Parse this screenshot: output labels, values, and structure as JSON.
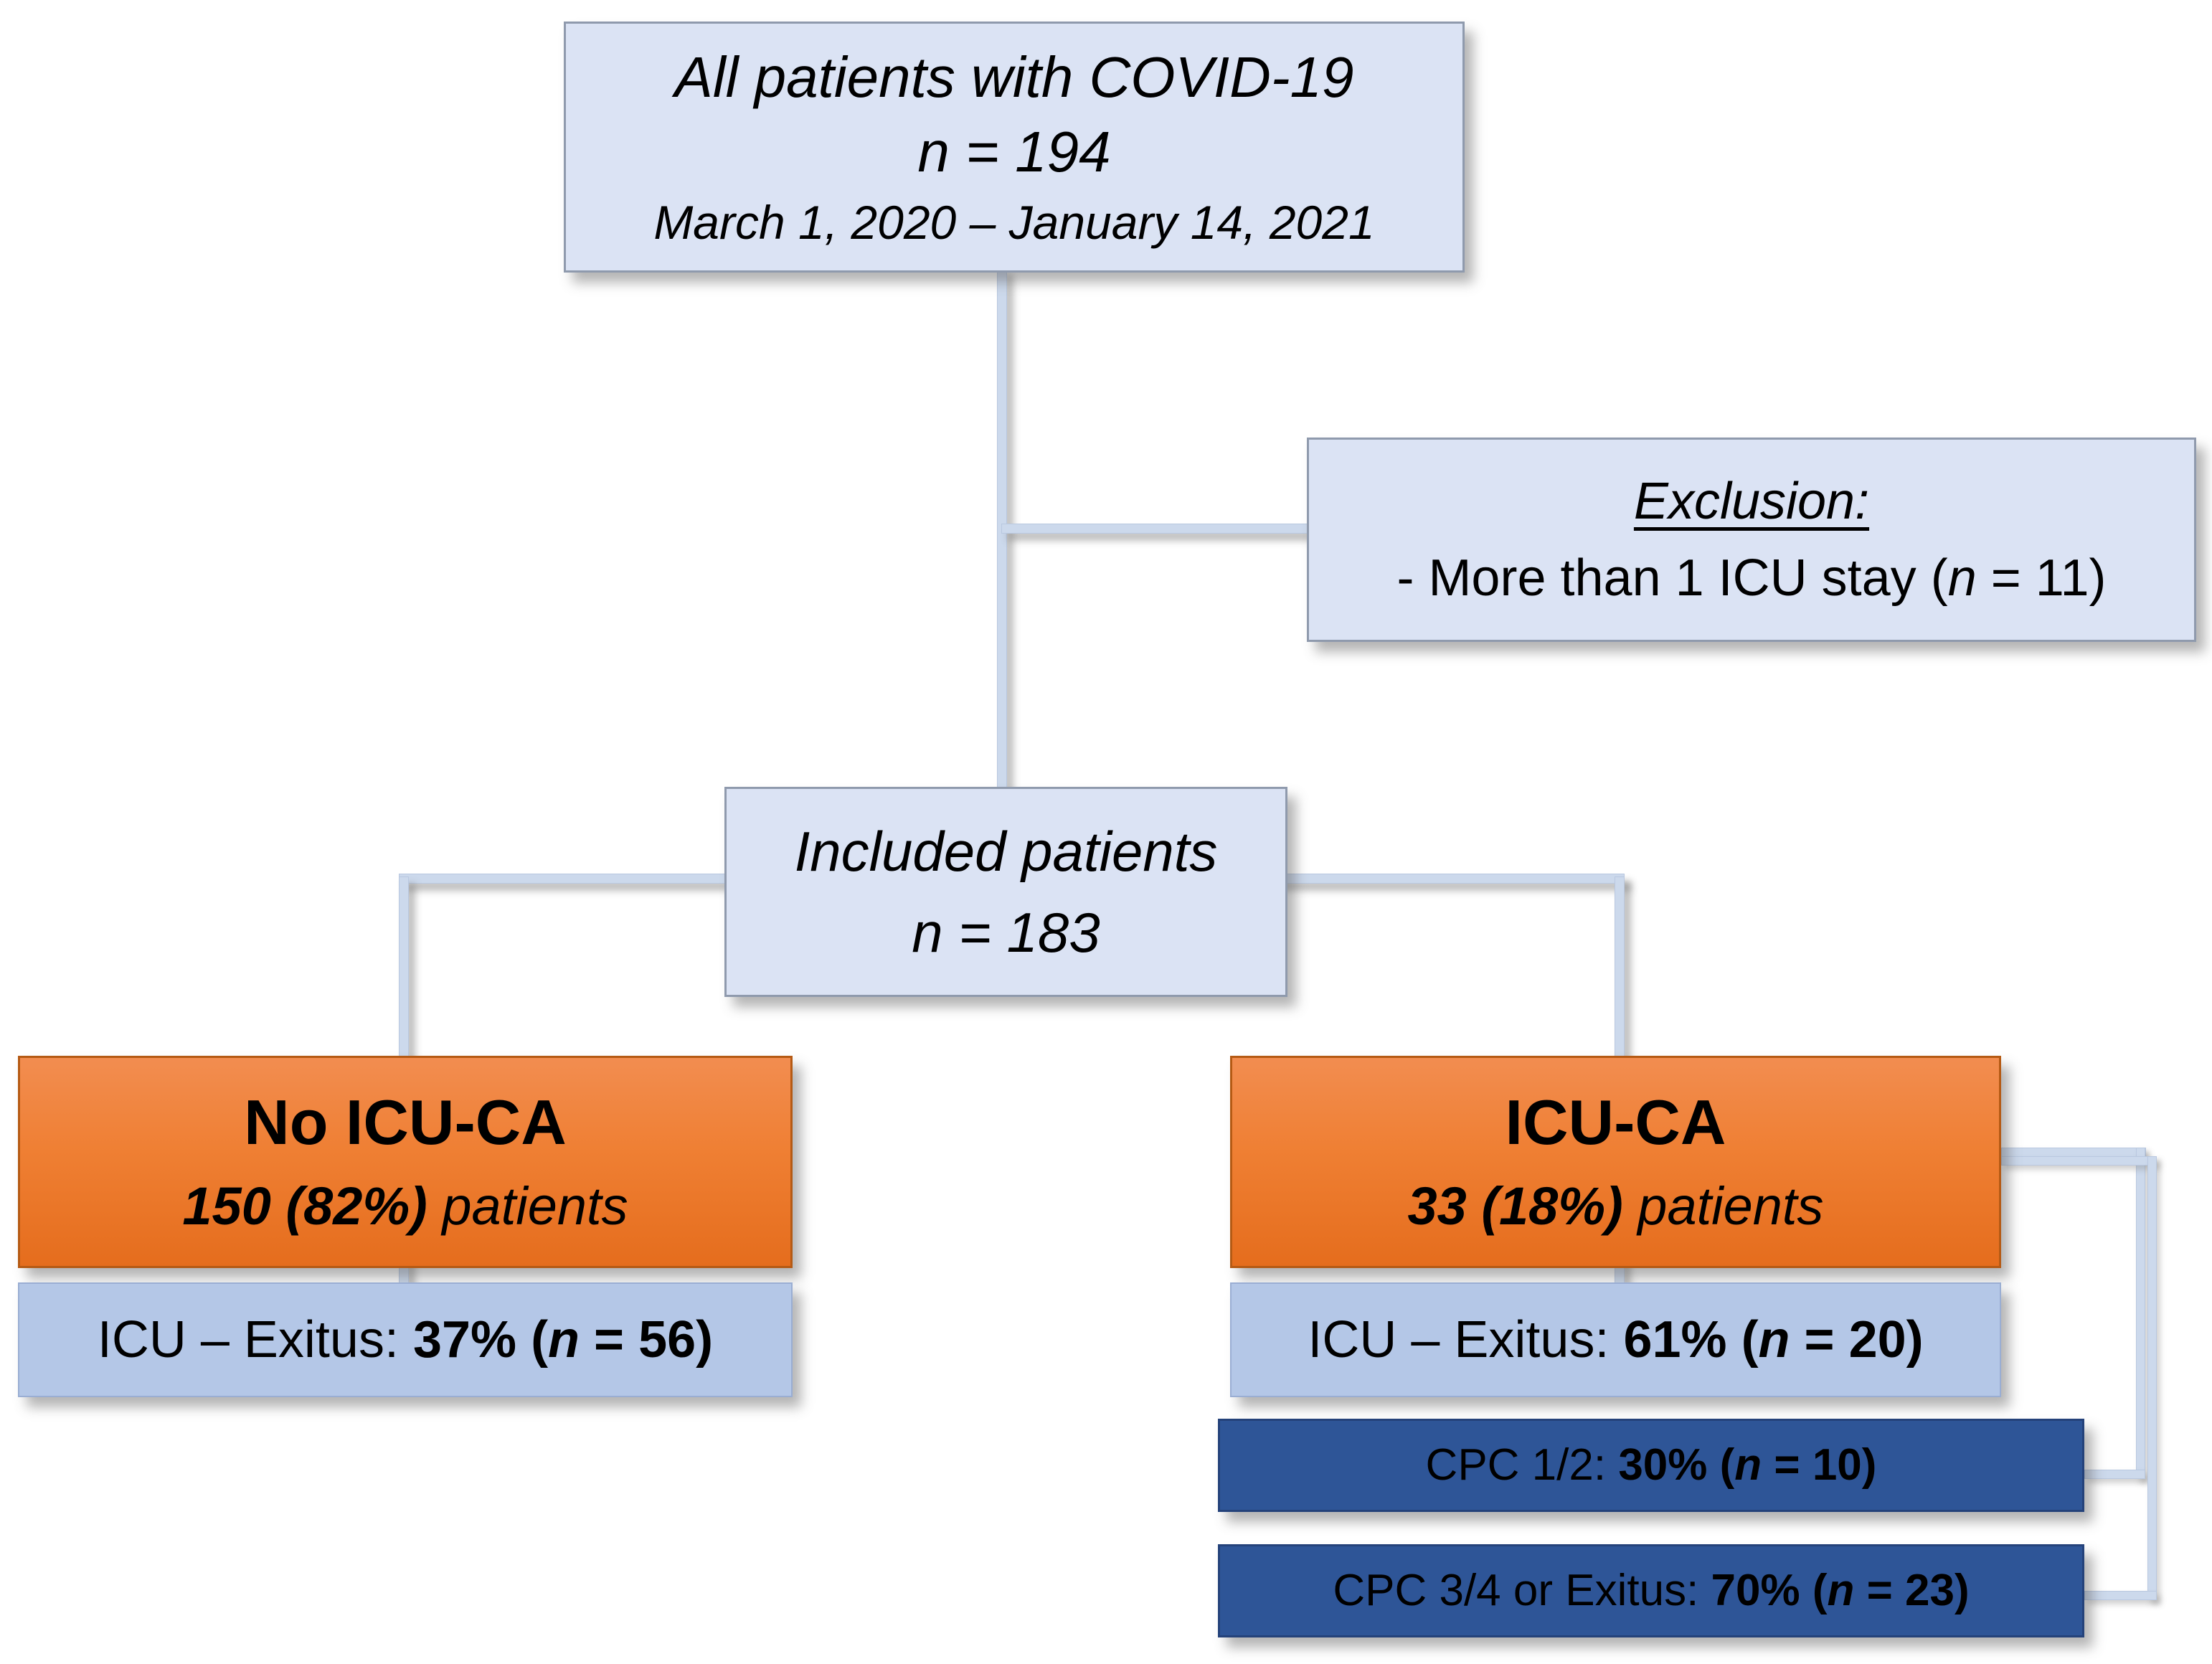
{
  "colors": {
    "box_light_blue": "#dbe3f4",
    "box_medium_blue": "#b4c7e7",
    "box_dark_blue": "#2e5597",
    "box_orange_top": "#f28d50",
    "box_orange_bottom": "#e56d1d",
    "connector_line": "#ccd9ec",
    "text": "#000000"
  },
  "boxes": {
    "all_patients": {
      "line1": "All patients with COVID-19",
      "line2": "n = 194",
      "line3": "March 1, 2020 – January 14, 2021"
    },
    "exclusion": {
      "heading": "Exclusion:",
      "item_pre": "- More than 1 ICU stay (",
      "item_n": "n",
      "item_post": " = 11)"
    },
    "included": {
      "line1": "Included patients",
      "line2": "n = 183"
    },
    "no_icuca": {
      "title": "No ICU-CA",
      "stat": "150 (82%)",
      "stat_suffix": " patients"
    },
    "icuca": {
      "title": "ICU-CA",
      "stat": "33 (18%)",
      "stat_suffix": " patients"
    },
    "exitus_no_icuca": {
      "pre": "ICU – Exitus: ",
      "bold_pre": "37% (",
      "n": "n",
      "bold_post": " = 56)"
    },
    "exitus_icuca": {
      "pre": "ICU – Exitus: ",
      "bold_pre": "61% (",
      "n": "n",
      "bold_post": " = 20)"
    },
    "cpc_good": {
      "pre": "CPC 1/2: ",
      "bold_pre": "30% (",
      "n": "n",
      "bold_post": " = 10)"
    },
    "cpc_poor": {
      "pre": "CPC 3/4 or Exitus: ",
      "bold_pre": "70% (",
      "n": "n",
      "bold_post": " = 23)"
    }
  }
}
